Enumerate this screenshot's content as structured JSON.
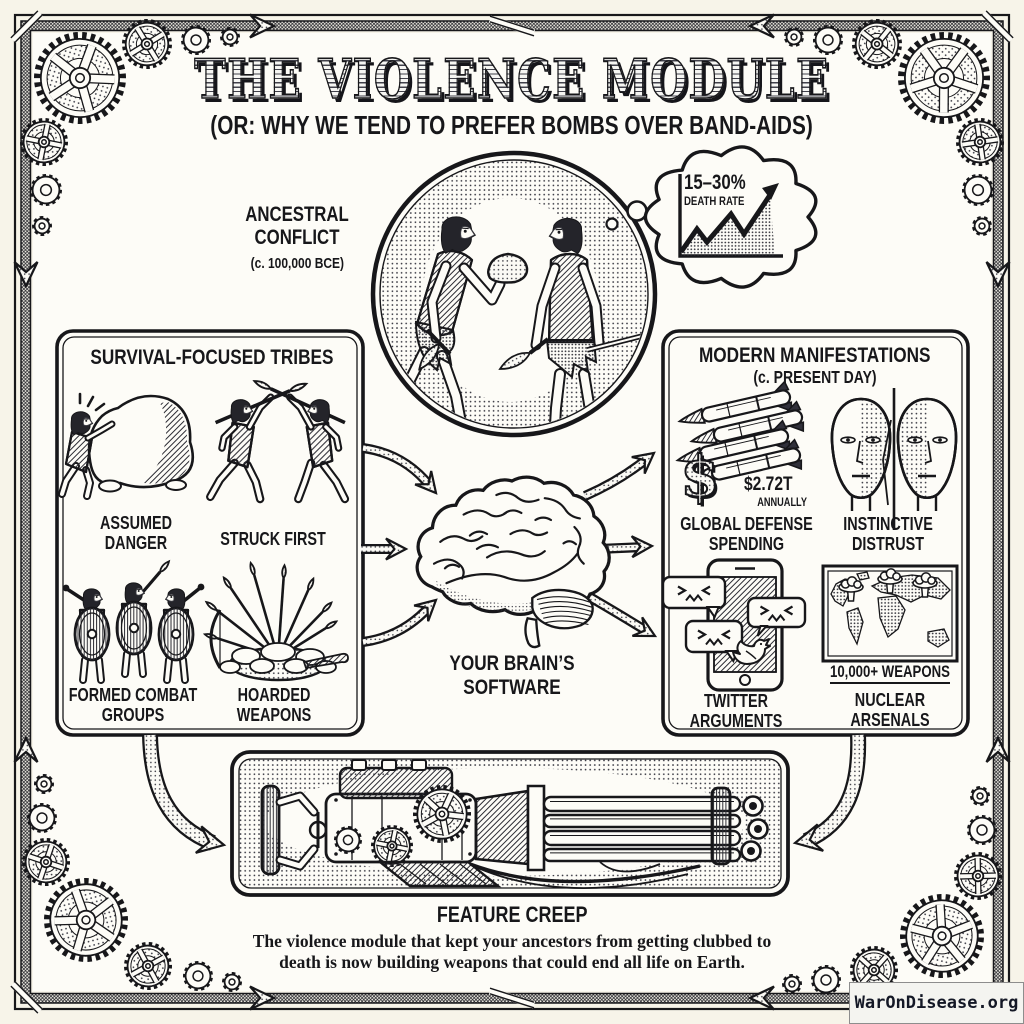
{
  "header": {
    "title": "THE VIOLENCE MODULE",
    "subtitle": "(OR: WHY WE TEND TO PREFER BOMBS OVER BAND-AIDS)"
  },
  "ancestral": {
    "label": "ANCESTRAL CONFLICT",
    "era": "(c. 100,000 BCE)",
    "scene_icon": "cavemen-confrontation",
    "thought": {
      "stat": "15–30%",
      "stat_label": "DEATH RATE",
      "chart_icon": "rising-trend-arrow"
    }
  },
  "tribes_box": {
    "title": "SURVIVAL-FOCUSED TRIBES",
    "items": [
      {
        "label": "ASSUMED DANGER",
        "icon": "caveman-behind-rock"
      },
      {
        "label": "STRUCK FIRST",
        "icon": "spearmen-attacking"
      },
      {
        "label": "FORMED COMBAT GROUPS",
        "icon": "warriors-with-shields"
      },
      {
        "label": "HOARDED WEAPONS",
        "icon": "pile-of-spears"
      }
    ]
  },
  "brain": {
    "label": "YOUR BRAIN’S SOFTWARE",
    "icon": "brain"
  },
  "modern_box": {
    "title": "MODERN MANIFESTATIONS",
    "subtitle": "(c. PRESENT DAY)",
    "items": [
      {
        "stat": "$2.72T",
        "stat_suffix": "ANNUALLY",
        "label": "GLOBAL DEFENSE SPENDING",
        "icon": "missile-stack-dollar",
        "dollar_glyph": "$"
      },
      {
        "label": "INSTINCTIVE DISTRUST",
        "icon": "split-faces"
      },
      {
        "label": "TWITTER ARGUMENTS",
        "icon": "phone-angry-tweets"
      },
      {
        "stat": "10,000+ WEAPONS",
        "label": "NUCLEAR ARSENALS",
        "icon": "world-map-mushroom-clouds"
      }
    ]
  },
  "feature_creep": {
    "title": "FEATURE CREEP",
    "caption_line1": "The violence module that kept your ancestors from getting clubbed to",
    "caption_line2": "death is now building weapons that could end all life on Earth.",
    "icon": "gatling-gun"
  },
  "footer": {
    "site_badge": "WarOnDisease.org"
  },
  "colors": {
    "ink": "#17171a",
    "paper": "#f7f4e9",
    "panel": "#fdfcf7",
    "badge_bg": "#f4f4f0",
    "badge_text": "#141826"
  }
}
